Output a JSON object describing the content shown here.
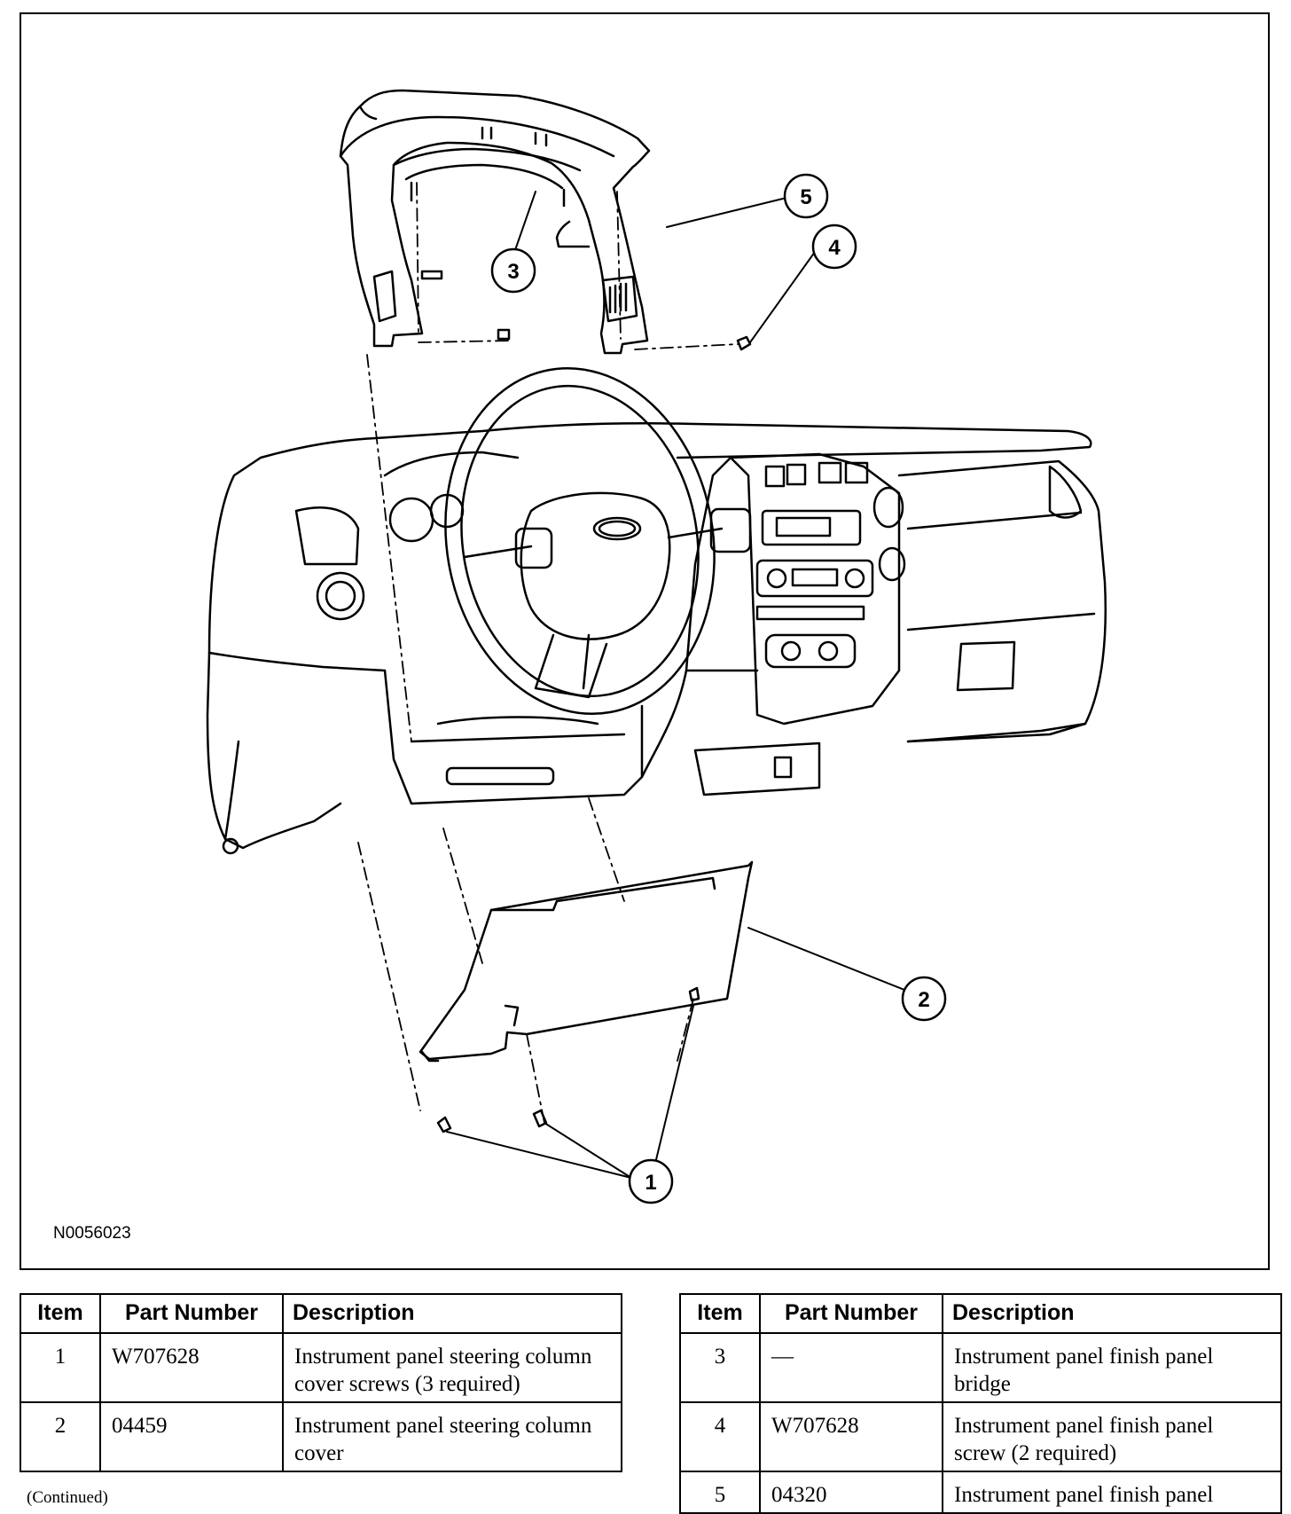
{
  "figure": {
    "id": "N0056023",
    "callouts": [
      "1",
      "2",
      "3",
      "4",
      "5"
    ]
  },
  "tables": {
    "headers": {
      "item": "Item",
      "part_number": "Part Number",
      "description": "Description"
    },
    "left": [
      {
        "item": "1",
        "part_number": "W707628",
        "description": "Instrument panel steering column cover screws (3 required)"
      },
      {
        "item": "2",
        "part_number": "04459",
        "description": "Instrument panel steering column cover"
      }
    ],
    "right": [
      {
        "item": "3",
        "part_number": "—",
        "description": "Instrument panel finish panel bridge"
      },
      {
        "item": "4",
        "part_number": "W707628",
        "description": "Instrument panel finish panel screw (2 required)"
      },
      {
        "item": "5",
        "part_number": "04320",
        "description": "Instrument panel finish panel"
      }
    ]
  },
  "footer": {
    "continued": "(Continued)"
  }
}
